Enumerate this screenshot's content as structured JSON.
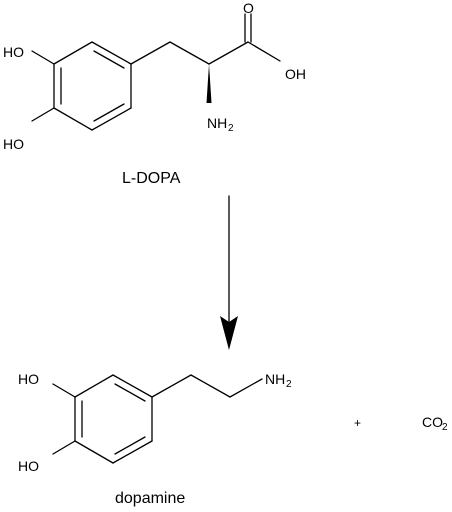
{
  "reactant": {
    "name": "L-DOPA",
    "labels": {
      "ho_top": "HO",
      "ho_bottom": "HO",
      "oxygen": "O",
      "oh": "OH",
      "nh": "NH",
      "nh_sub": "2"
    }
  },
  "product": {
    "name": "dopamine",
    "labels": {
      "ho_top": "HO",
      "ho_bottom": "HO",
      "nh": "NH",
      "nh_sub": "2"
    }
  },
  "byproduct": {
    "plus": "+",
    "co": "CO",
    "co_sub": "2"
  }
}
